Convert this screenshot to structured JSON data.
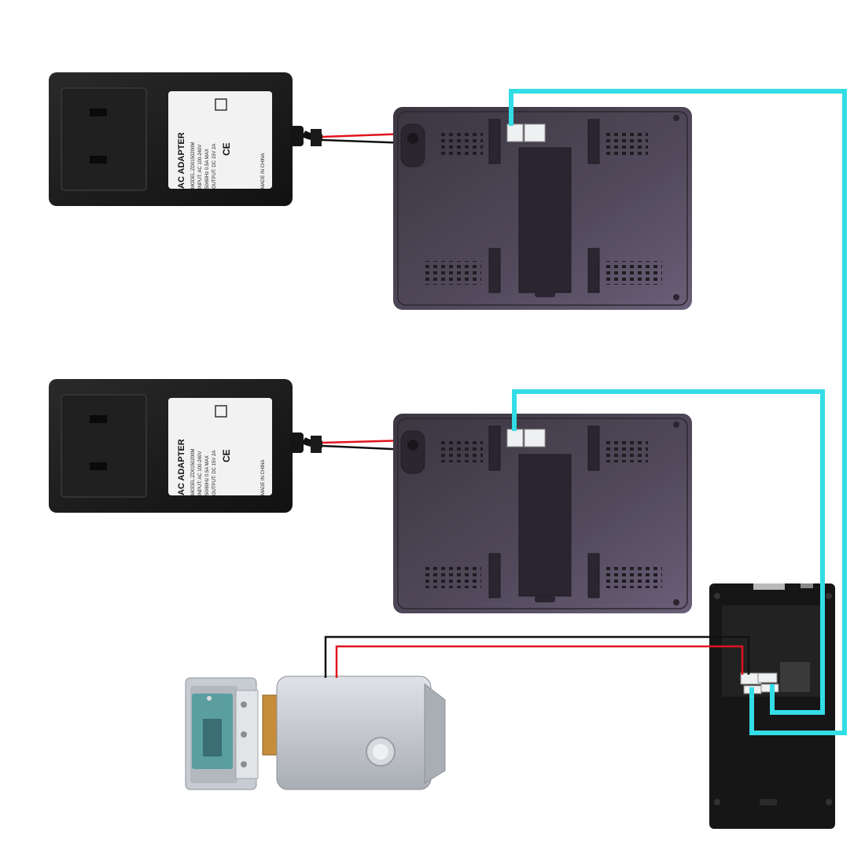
{
  "adapters": [
    {
      "title": "AC ADAPTER",
      "lines": [
        "MODEL:ZD0150200M",
        "INPUT: AC 100-240V",
        "50/60Hz 0.5A MAX",
        "OUTPUT: DC 15V 2A"
      ],
      "made_in": "MADE IN CHINA",
      "cert_mark": "CE"
    },
    {
      "title": "AC ADAPTER",
      "lines": [
        "MODEL:ZD0150200M",
        "INPUT: AC 100-240V",
        "50/60Hz 0.5A MAX",
        "OUTPUT: DC 15V 2A"
      ],
      "made_in": "MADE IN CHINA",
      "cert_mark": "CE"
    }
  ],
  "colors": {
    "signal_wire": "#33dde6",
    "positive_wire": "#e0141e",
    "negative_wire": "#111111",
    "monitor_body": "#4a4350",
    "adapter_body": "#1c1c1c",
    "lock_body": "#c9cdd3",
    "door_station": "#161616"
  },
  "icons": [
    "power-adapter-icon",
    "indoor-monitor-icon",
    "door-station-icon",
    "electric-lock-icon",
    "strike-plate-icon"
  ]
}
